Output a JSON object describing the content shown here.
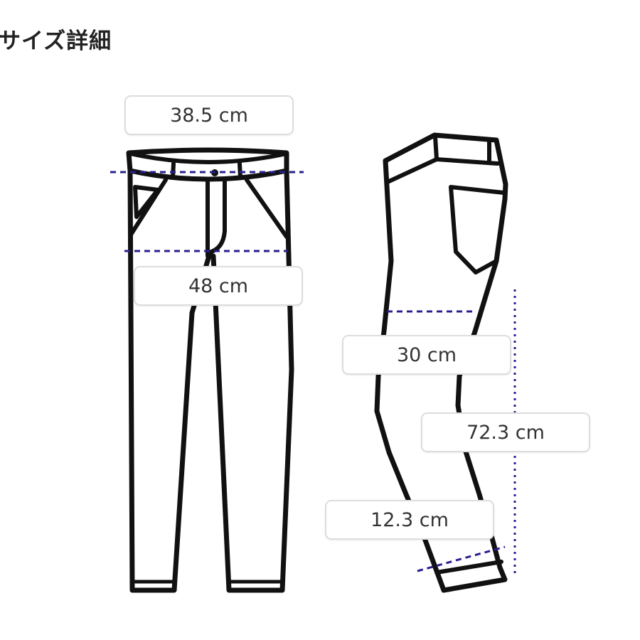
{
  "title": "サイズ詳細",
  "measurements": {
    "waist": "38.5 cm",
    "hip": "48 cm",
    "thigh": "30 cm",
    "inseam": "72.3 cm",
    "hem": "12.3 cm"
  },
  "colors": {
    "outline": "#111111",
    "measure_line": "#2a1f8f"
  }
}
